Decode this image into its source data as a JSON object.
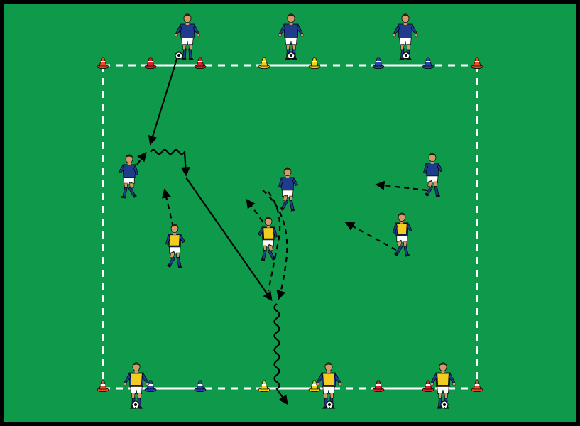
{
  "colors": {
    "border": "#000000",
    "pitch": "#0e9a4a",
    "line": "#ffffff",
    "blue_kit": "#1f3c8c",
    "yellow_bib": "#f2cc1f",
    "shorts": "#ffffff",
    "socks_blue": "#1f3c8c",
    "skin": "#d49a6a",
    "cone_orange": "#e8502a",
    "cone_red": "#d8232a",
    "cone_yellow": "#f2d21a",
    "cone_blue": "#2a46a8",
    "arrow": "#000000"
  },
  "icons": {
    "player": "player-icon",
    "ball": "football-icon",
    "cone": "training-cone-icon",
    "pass": "solid-arrow",
    "run": "dashed-arrow",
    "dribble": "wavy-arrow"
  },
  "teams": {
    "blue": "blue-kit",
    "yellow": "yellow-bib"
  }
}
